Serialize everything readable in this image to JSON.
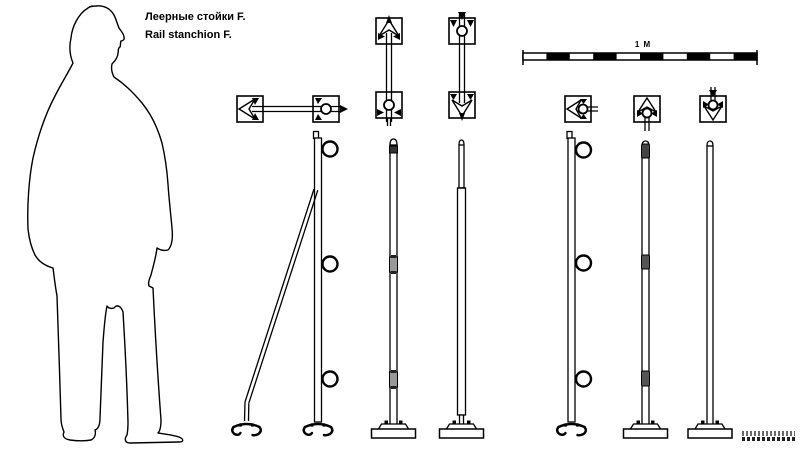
{
  "title": {
    "ru": "Леерные стойки F.",
    "en": "Rail stanchion F."
  },
  "scale_bar": {
    "label": "1 M",
    "segments": 10
  },
  "colors": {
    "line": "#000000",
    "background": "#ffffff",
    "fitting_gray": "#555555"
  },
  "figure": {
    "name": "human-scale-silhouette"
  },
  "plan_symbols": [
    {
      "name": "fold-left-two-squares"
    },
    {
      "name": "fold-up-two-squares"
    },
    {
      "name": "fold-down-two-squares"
    },
    {
      "name": "folded-left-square"
    },
    {
      "name": "folded-up-square"
    },
    {
      "name": "folded-down-square"
    }
  ],
  "stanchions": [
    {
      "name": "stanchion-side-view-with-brace-and-rings"
    },
    {
      "name": "stanchion-front-view-with-fittings"
    },
    {
      "name": "stanchion-two-part-socket-pole"
    },
    {
      "name": "stanchion-side-view-with-rings"
    },
    {
      "name": "stanchion-front-view-with-fittings"
    },
    {
      "name": "stanchion-plain-pole"
    }
  ]
}
